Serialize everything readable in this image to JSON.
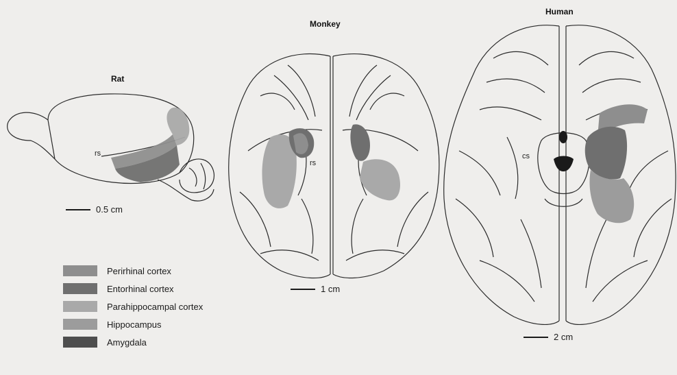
{
  "panels": {
    "rat": {
      "title": "Rat",
      "sulcus_label": "rs",
      "scale_label": "0.5 cm"
    },
    "monkey": {
      "title": "Monkey",
      "sulcus_label": "rs",
      "scale_label": "1 cm"
    },
    "human": {
      "title": "Human",
      "sulcus_label": "cs",
      "scale_label": "2 cm"
    }
  },
  "legend": [
    {
      "label": "Perirhinal cortex",
      "color": "#8e8e8e"
    },
    {
      "label": "Entorhinal cortex",
      "color": "#6f6f6f"
    },
    {
      "label": "Parahippocampal cortex",
      "color": "#a9a9a9"
    },
    {
      "label": "Hippocampus",
      "color": "#9c9c9c"
    },
    {
      "label": "Amygdala",
      "color": "#4e4e4e"
    }
  ]
}
